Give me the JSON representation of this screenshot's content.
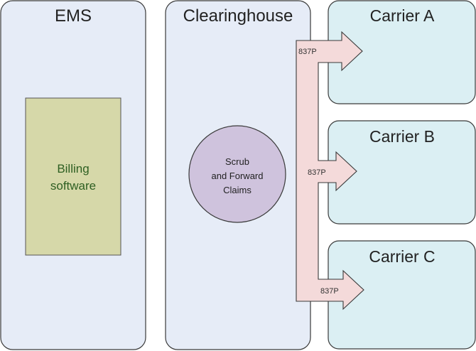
{
  "lanes": {
    "ems": {
      "title": "EMS"
    },
    "clearinghouse": {
      "title": "Clearinghouse"
    }
  },
  "billing_box": {
    "line1": "Billing",
    "line2": "software"
  },
  "process": {
    "line1": "Scrub",
    "line2": "and Forward",
    "line3": "Claims"
  },
  "carriers": [
    {
      "title": "Carrier A",
      "arrow_label": "837P"
    },
    {
      "title": "Carrier B",
      "arrow_label": "837P"
    },
    {
      "title": "Carrier C",
      "arrow_label": "837P"
    }
  ],
  "colors": {
    "lane_fill": "#e6ecf7",
    "lane_stroke": "#3a3a3a",
    "carrier_fill": "#dbeff3",
    "billing_fill": "#d6d8a9",
    "billing_text": "#2e5f22",
    "circle_fill": "#cfc3dd",
    "arrow_fill": "#f4dada"
  }
}
